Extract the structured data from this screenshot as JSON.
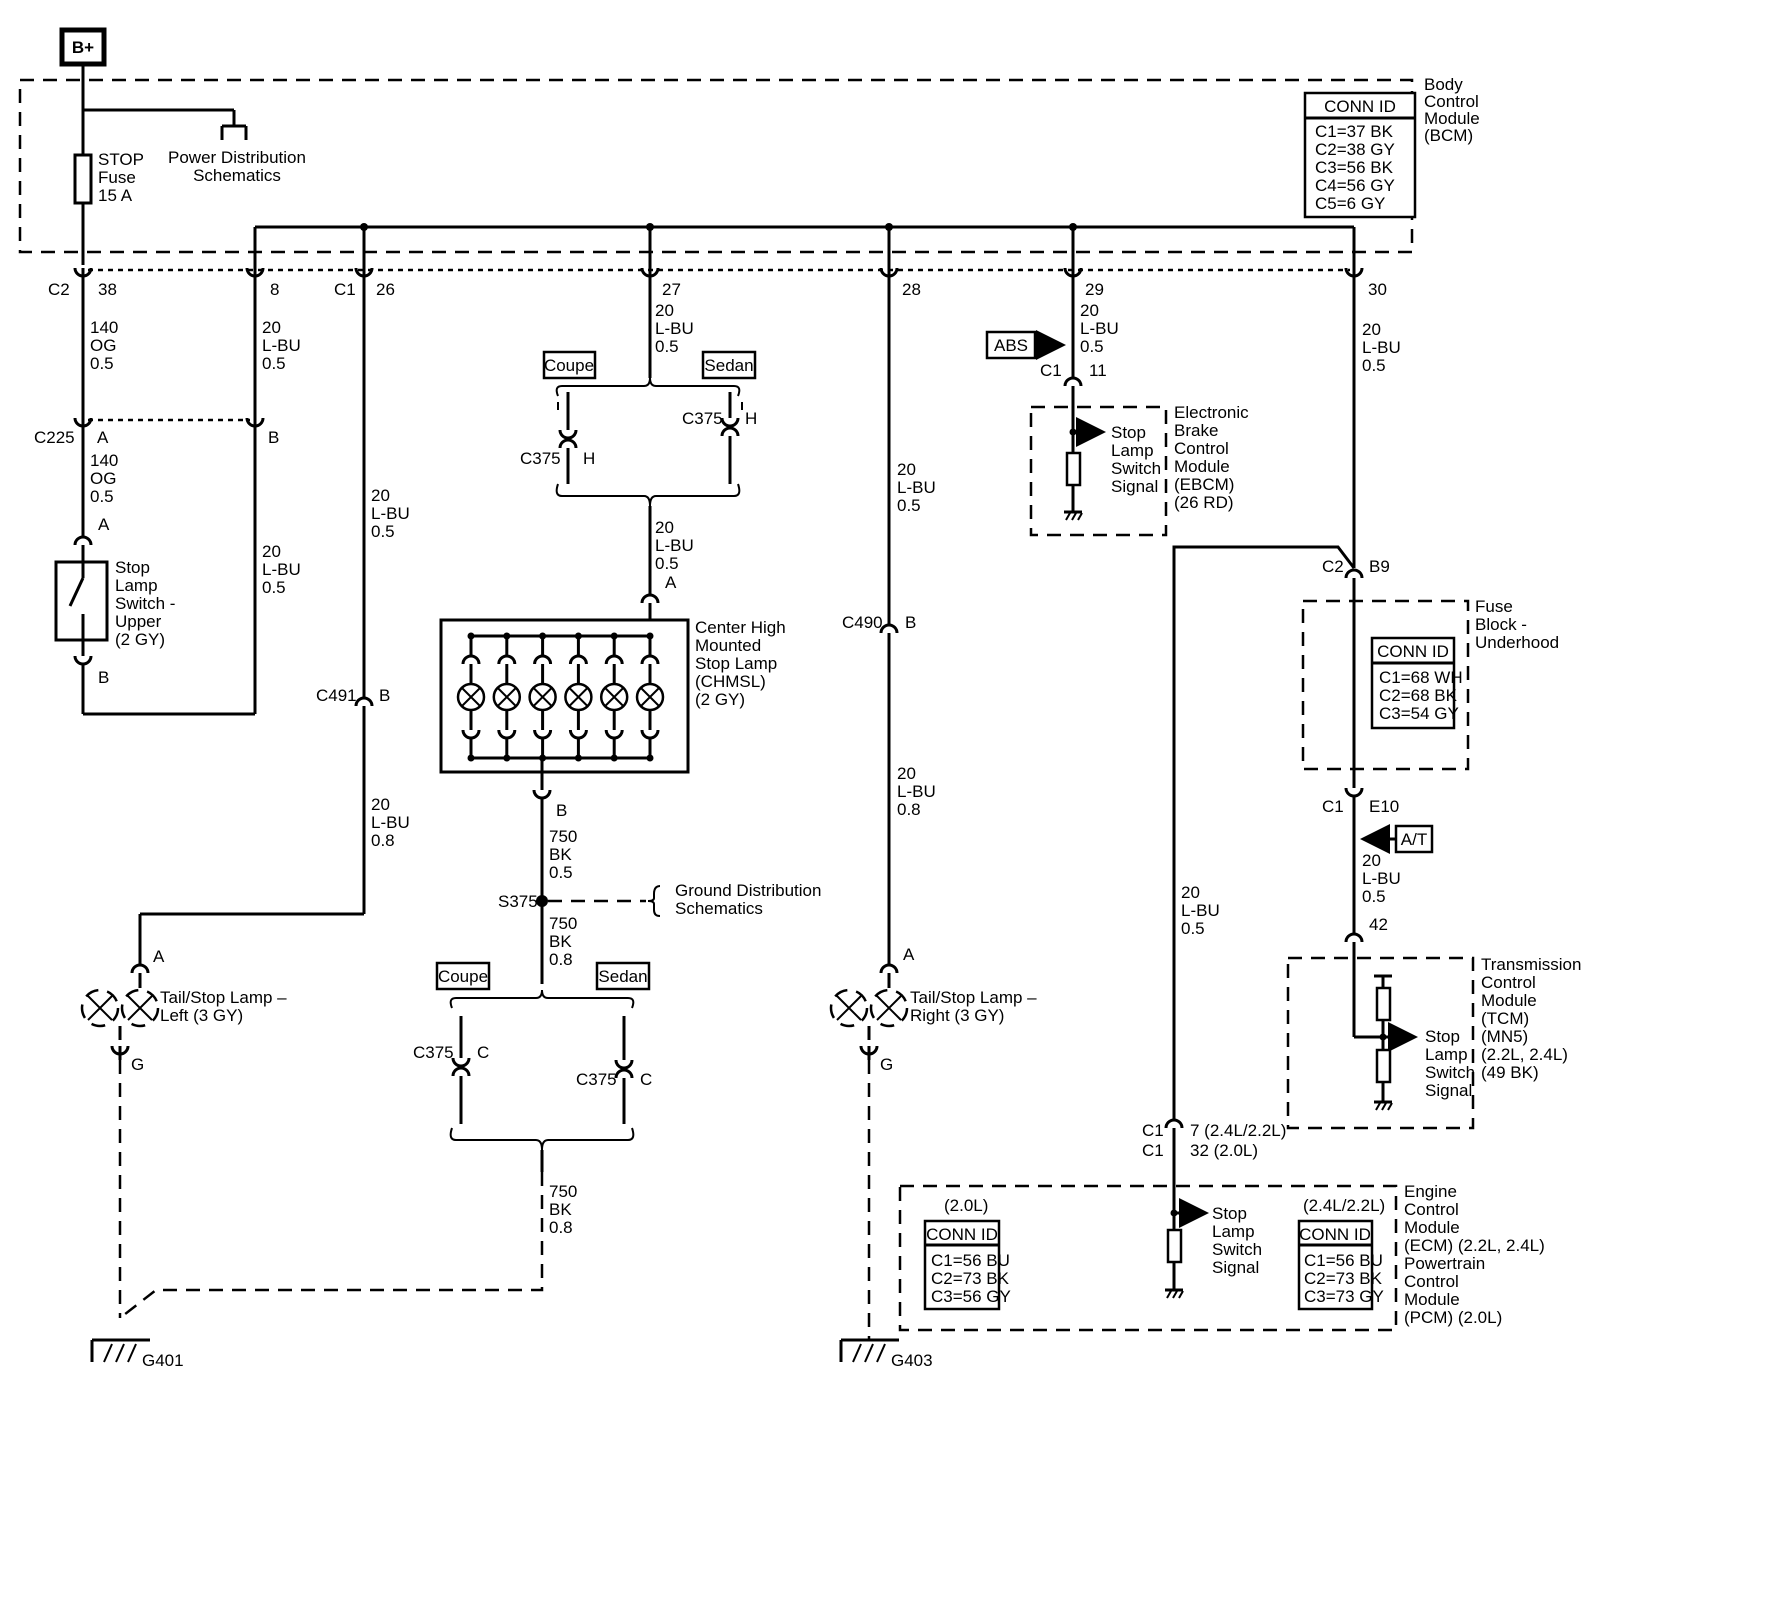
{
  "power": {
    "label": "B+"
  },
  "bcm": {
    "lines": [
      "Body",
      "Control",
      "Module",
      "(BCM)"
    ],
    "conn_id": [
      "CONN ID",
      "C1=37 BK",
      "C2=38 GY",
      "C3=56 BK",
      "C4=56 GY",
      "C5=6 GY"
    ]
  },
  "fuse": {
    "lines": [
      "STOP",
      "Fuse",
      "15 A"
    ]
  },
  "power_distribution": {
    "lines": [
      "Power Distribution",
      "Schematics"
    ]
  },
  "bcm_pins": {
    "c2": "C2",
    "c1": "C1",
    "p38": "38",
    "p8": "8",
    "p26": "26",
    "p27": "27",
    "p28": "28",
    "p29": "29",
    "p30": "30"
  },
  "wires": {
    "w140_og": [
      "140",
      "OG",
      "0.5"
    ],
    "w20_lbu_05": [
      "20",
      "L-BU",
      "0.5"
    ],
    "w20_lbu_08": [
      "20",
      "L-BU",
      "0.8"
    ],
    "w750_bk_05": [
      "750",
      "BK",
      "0.5"
    ],
    "w750_bk_08": [
      "750",
      "BK",
      "0.8"
    ]
  },
  "c225": {
    "name": "C225",
    "pin_a": "A",
    "pin_b": "B"
  },
  "stop_switch": {
    "lines": [
      "Stop",
      "Lamp",
      "Switch -",
      "Upper",
      "(2 GY)"
    ],
    "pin_a": "A",
    "pin_b": "B"
  },
  "c491": {
    "name": "C491",
    "pin": "B"
  },
  "c490": {
    "name": "C490",
    "pin": "B"
  },
  "tail_left": {
    "lines": [
      "Tail/Stop Lamp –",
      "Left (3 GY)"
    ],
    "pin_a": "A",
    "pin_g": "G"
  },
  "tail_right": {
    "lines": [
      "Tail/Stop Lamp –",
      "Right (3 GY)"
    ],
    "pin_a": "A",
    "pin_g": "G"
  },
  "grounds": {
    "g401": "G401",
    "g403": "G403"
  },
  "body_style": {
    "coupe": "Coupe",
    "sedan": "Sedan"
  },
  "c375": {
    "name": "C375",
    "pin_h": "H",
    "pin_c": "C"
  },
  "chmsl": {
    "lines": [
      "Center High",
      "Mounted",
      "Stop Lamp",
      "(CHMSL)",
      "(2 GY)"
    ],
    "pin_a": "A",
    "pin_b": "B"
  },
  "s375": {
    "name": "S375"
  },
  "ground_distribution": {
    "lines": [
      "Ground Distribution",
      "Schematics"
    ]
  },
  "ebcm": {
    "lines": [
      "Electronic",
      "Brake",
      "Control",
      "Module",
      "(EBCM)",
      "(26 RD)"
    ],
    "c1": "C1",
    "pin": "11",
    "abs": "ABS",
    "signal": [
      "Stop",
      "Lamp",
      "Switch",
      "Signal"
    ]
  },
  "fuse_block": {
    "lines": [
      "Fuse",
      "Block -",
      "Underhood"
    ],
    "conn_id": [
      "CONN ID",
      "C1=68 WH",
      "C2=68 BK",
      "C3=54 GY"
    ],
    "c2": "C2",
    "b9": "B9",
    "c1": "C1",
    "e10": "E10"
  },
  "at": {
    "label": "A/T"
  },
  "tcm": {
    "lines": [
      "Transmission",
      "Control",
      "Module",
      "(TCM)",
      "(MN5)",
      "(2.2L, 2.4L)",
      "(49 BK)"
    ],
    "pin": "42",
    "signal": [
      "Stop",
      "Lamp",
      "Switch",
      "Signal"
    ]
  },
  "ecm": {
    "lines": [
      "Engine",
      "Control",
      "Module",
      "(ECM) (2.2L, 2.4L)",
      "Powertrain",
      "Control",
      "Module",
      "(PCM) (2.0L)"
    ],
    "c1a": "C1",
    "c1b": "C1",
    "pin_a": "7 (2.4L/2.2L)",
    "pin_b": "32 (2.0L)",
    "variant_a": "(2.0L)",
    "conn_a": [
      "CONN ID",
      "C1=56 BU",
      "C2=73 BK",
      "C3=56 GY"
    ],
    "variant_b": "(2.4L/2.2L)",
    "conn_b": [
      "CONN ID",
      "C1=56 BU",
      "C2=73 BK",
      "C3=73 GY"
    ],
    "signal": [
      "Stop",
      "Lamp",
      "Switch",
      "Signal"
    ]
  }
}
